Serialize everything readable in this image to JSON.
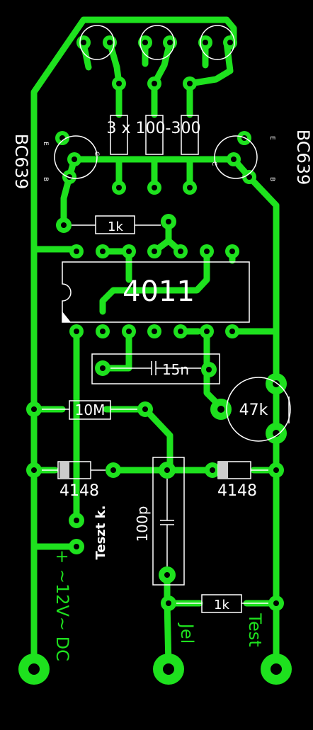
{
  "board": {
    "background": "#000000",
    "copper_color": "#1ee11e",
    "silk_color": "#ffffff"
  },
  "labels": {
    "transistor_left": "BC639",
    "transistor_right": "BC639",
    "pin_e": "E",
    "pin_c": "C",
    "pin_b": "B",
    "triple_resistor": "3 x 100-300",
    "r_1k_top": "1k",
    "ic": "4011",
    "cap_15n": "15n",
    "pot_47k": "47k",
    "r_10m": "10M",
    "diode_left": "4148",
    "diode_right": "4148",
    "cap_100p": "100p",
    "teszt_k": "Teszt k.",
    "r_1k_bottom": "1k",
    "power": "+ ~12V~ DC",
    "jel": "Jel",
    "test": "Test"
  }
}
